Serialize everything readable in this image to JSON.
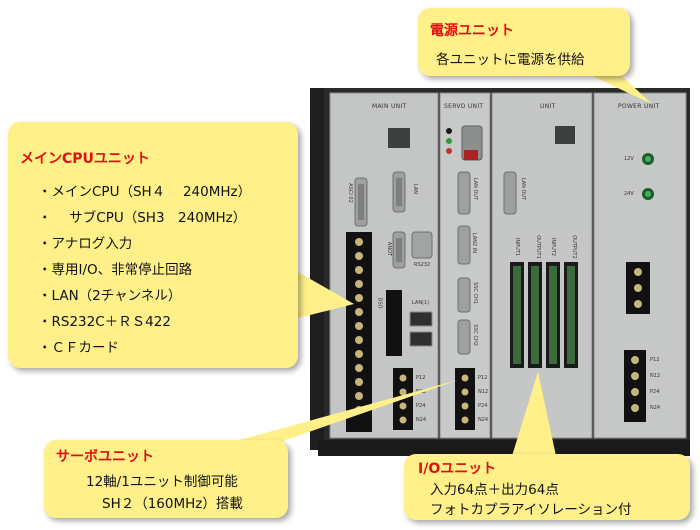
{
  "callouts": {
    "power": {
      "title": "電源ユニット",
      "lines": [
        "各ユニットに電源を供給"
      ]
    },
    "main": {
      "title": "メインCPUユニット",
      "lines": [
        "・メインCPU（SH４　 240MHz）",
        "・ 　サブCPU（SH3　240MHz）",
        "・アナログ入力",
        "・専用I/O、非常停止回路",
        "・LAN（2チャンネル）",
        "・RS232C＋ＲＳ422",
        "・ＣＦカード"
      ]
    },
    "servo": {
      "title": "サーボユニット",
      "lines": [
        "12軸/1ユニット制御可能",
        "SH２（160MHz）搭載"
      ]
    },
    "io": {
      "title": "I/Oユニット",
      "lines": [
        "入力64点＋出力64点",
        "フォトカプラアイソレーション付"
      ]
    }
  },
  "unit_labels": {
    "main": "MAIN UNIT",
    "servo": "SERVO UNIT",
    "io": "UNIT",
    "power": "POWER UNIT"
  },
  "port_labels": {
    "main": [
      "ASCI 02",
      "LAN",
      "LAN(1)",
      "ANOT",
      "RS232",
      "DSO",
      "P12",
      "N12",
      "P24",
      "N24"
    ],
    "servo": [
      "LAN OUT",
      "LAN2 IN",
      "SSC CH1",
      "SSC CH2",
      "P12",
      "N12",
      "P24",
      "N24"
    ],
    "io": [
      "LAN OUT",
      "INPUT1",
      "OUTPUT1",
      "INPUT2",
      "OUTPUT2"
    ],
    "power": [
      "12V",
      "24V",
      "P12",
      "N12",
      "P24",
      "N24"
    ]
  },
  "colors": {
    "callout_bg": "#fff08a",
    "title_red": "#e01010",
    "panel": "#c7c9c8",
    "rack": "#2a2a2a"
  }
}
